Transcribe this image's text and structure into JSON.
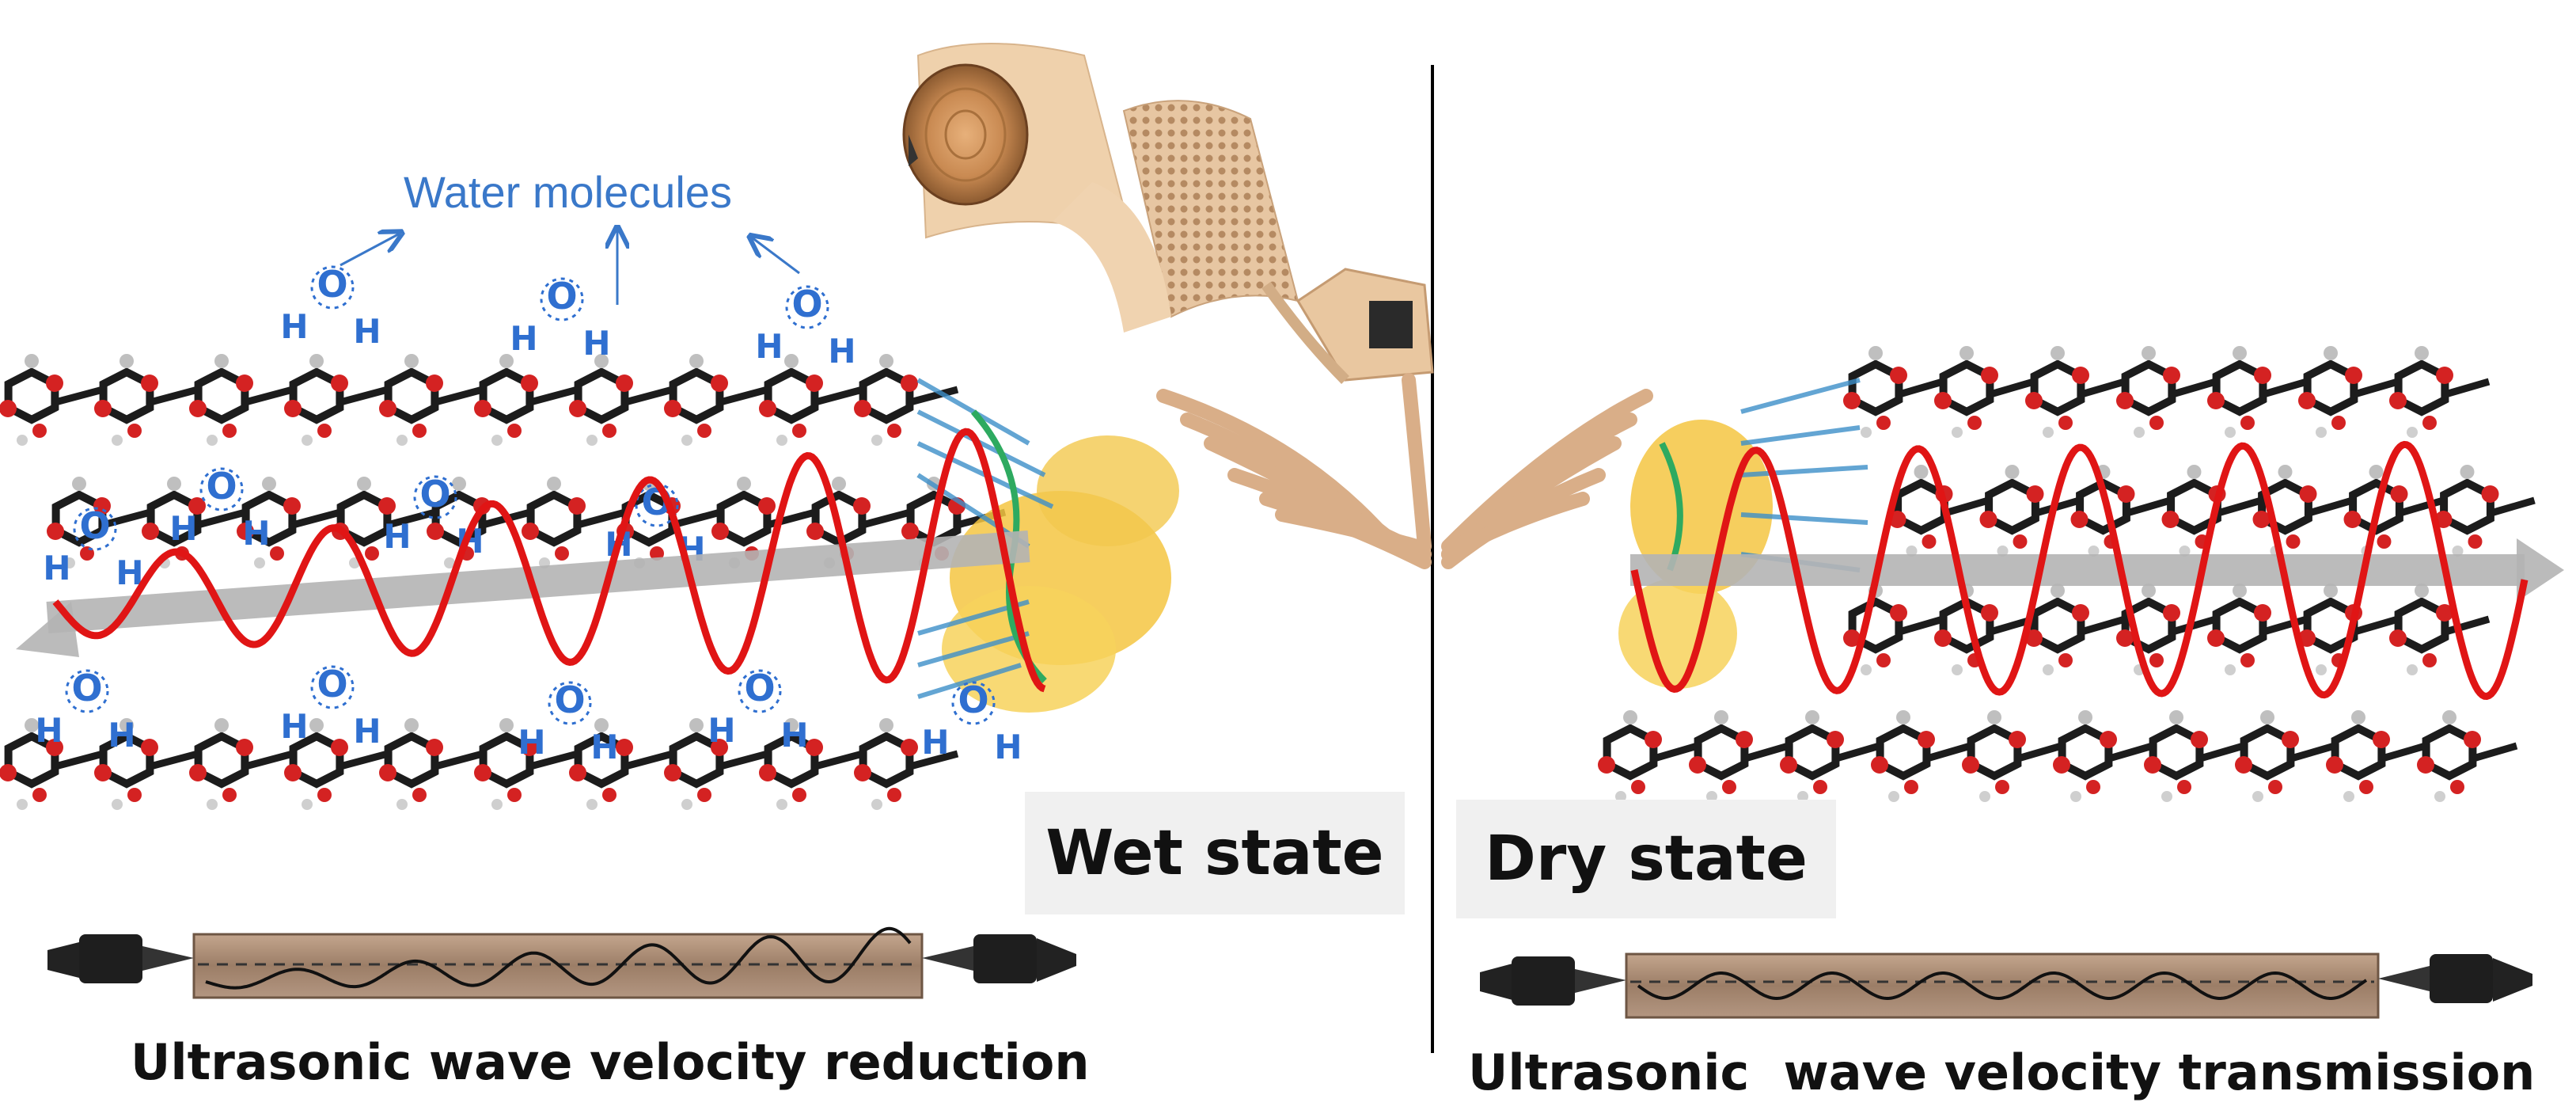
{
  "water_label": "Water molecules",
  "wet": {
    "state_label": "Wet state",
    "caption": "Ultrasonic wave velocity reduction"
  },
  "dry": {
    "state_label": "Dry state",
    "caption": "Ultrasonic  wave velocity transmission"
  },
  "molecule": {
    "atom_o": "O",
    "atom_h": "H"
  },
  "colors": {
    "wave": "#e01515",
    "arrow": "#b4b4b4",
    "water": "#2f6fd0",
    "label_text": "#3a78c9",
    "wood": "#e3bc96",
    "wood_dark": "#c99a72",
    "bar": "#a4866f",
    "label_box": "#f0f0f0",
    "divider": "#000000"
  }
}
